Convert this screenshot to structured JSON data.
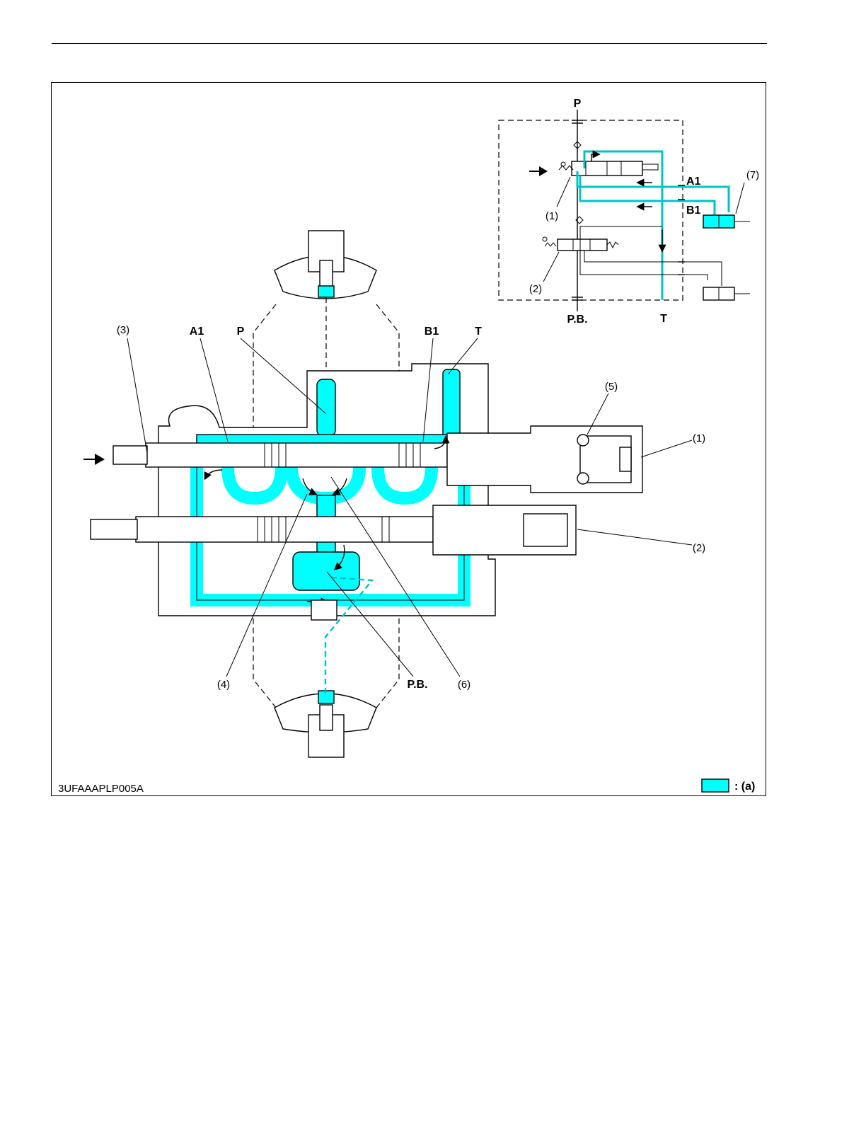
{
  "figure": {
    "code": "3UFAAAPLP005A",
    "legend": {
      "swatch_color": "#00ffff",
      "label": ": (a)"
    }
  },
  "colors": {
    "oil": "#00ffff",
    "line": "#000000"
  },
  "main_view": {
    "port_labels": {
      "a1": "A1",
      "p": "P",
      "b1": "B1",
      "t": "T",
      "pb": "P.B."
    },
    "callouts": {
      "c3": "(3)",
      "c5": "(5)",
      "c1": "(1)",
      "c2": "(2)",
      "c4": "(4)",
      "c6": "(6)"
    }
  },
  "schematic": {
    "port_labels": {
      "p": "P",
      "a1": "A1",
      "b1": "B1",
      "pb": "P.B.",
      "t": "T"
    },
    "callouts": {
      "c7": "(7)",
      "c1": "(1)",
      "c2": "(2)"
    }
  }
}
